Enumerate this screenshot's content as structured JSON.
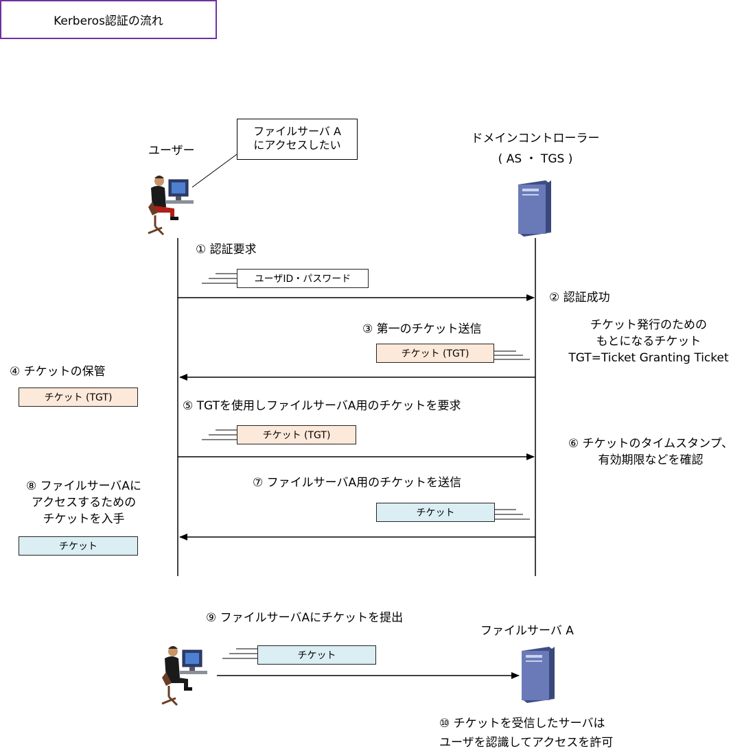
{
  "title": "Kerberos認証の流れ",
  "callout": {
    "line1": "ファイルサーバ A",
    "line2": "にアクセスしたい"
  },
  "user": {
    "label": "ユーザー"
  },
  "dc": {
    "line1": "ドメインコントローラー",
    "line2": "( AS ・ TGS )"
  },
  "steps": {
    "s1": "① 認証要求",
    "s2": "② 認証成功",
    "s2_note": [
      "チケット発行のための",
      "もとになるチケット",
      "TGT=Ticket Granting Ticket"
    ],
    "s3": "③ 第一のチケット送信",
    "s4": "④ チケットの保管",
    "s5": "⑤ TGTを使用しファイルサーバA用のチケットを要求",
    "s6": [
      "⑥ チケットのタイムスタンプ、",
      "有効期限などを確認"
    ],
    "s7": "⑦ ファイルサーバA用のチケットを送信",
    "s8": [
      "⑧ ファイルサーバAに",
      "アクセスするための",
      "チケットを入手"
    ],
    "s9": "⑨ ファイルサーバAにチケットを提出",
    "s10": [
      "⑩ チケットを受信したサーバは",
      "ユーザを認識してアクセスを許可"
    ]
  },
  "packets": {
    "userid": "ユーザID・パスワード",
    "tgt": "チケット (TGT)",
    "ticket": "チケット"
  },
  "fileserver": {
    "label": "ファイルサーバ A"
  },
  "colors": {
    "title_border": "#7030a0",
    "tgt_fill": "#fde9d9",
    "ticket_fill": "#daeef3",
    "server": "#5a6aa0"
  }
}
